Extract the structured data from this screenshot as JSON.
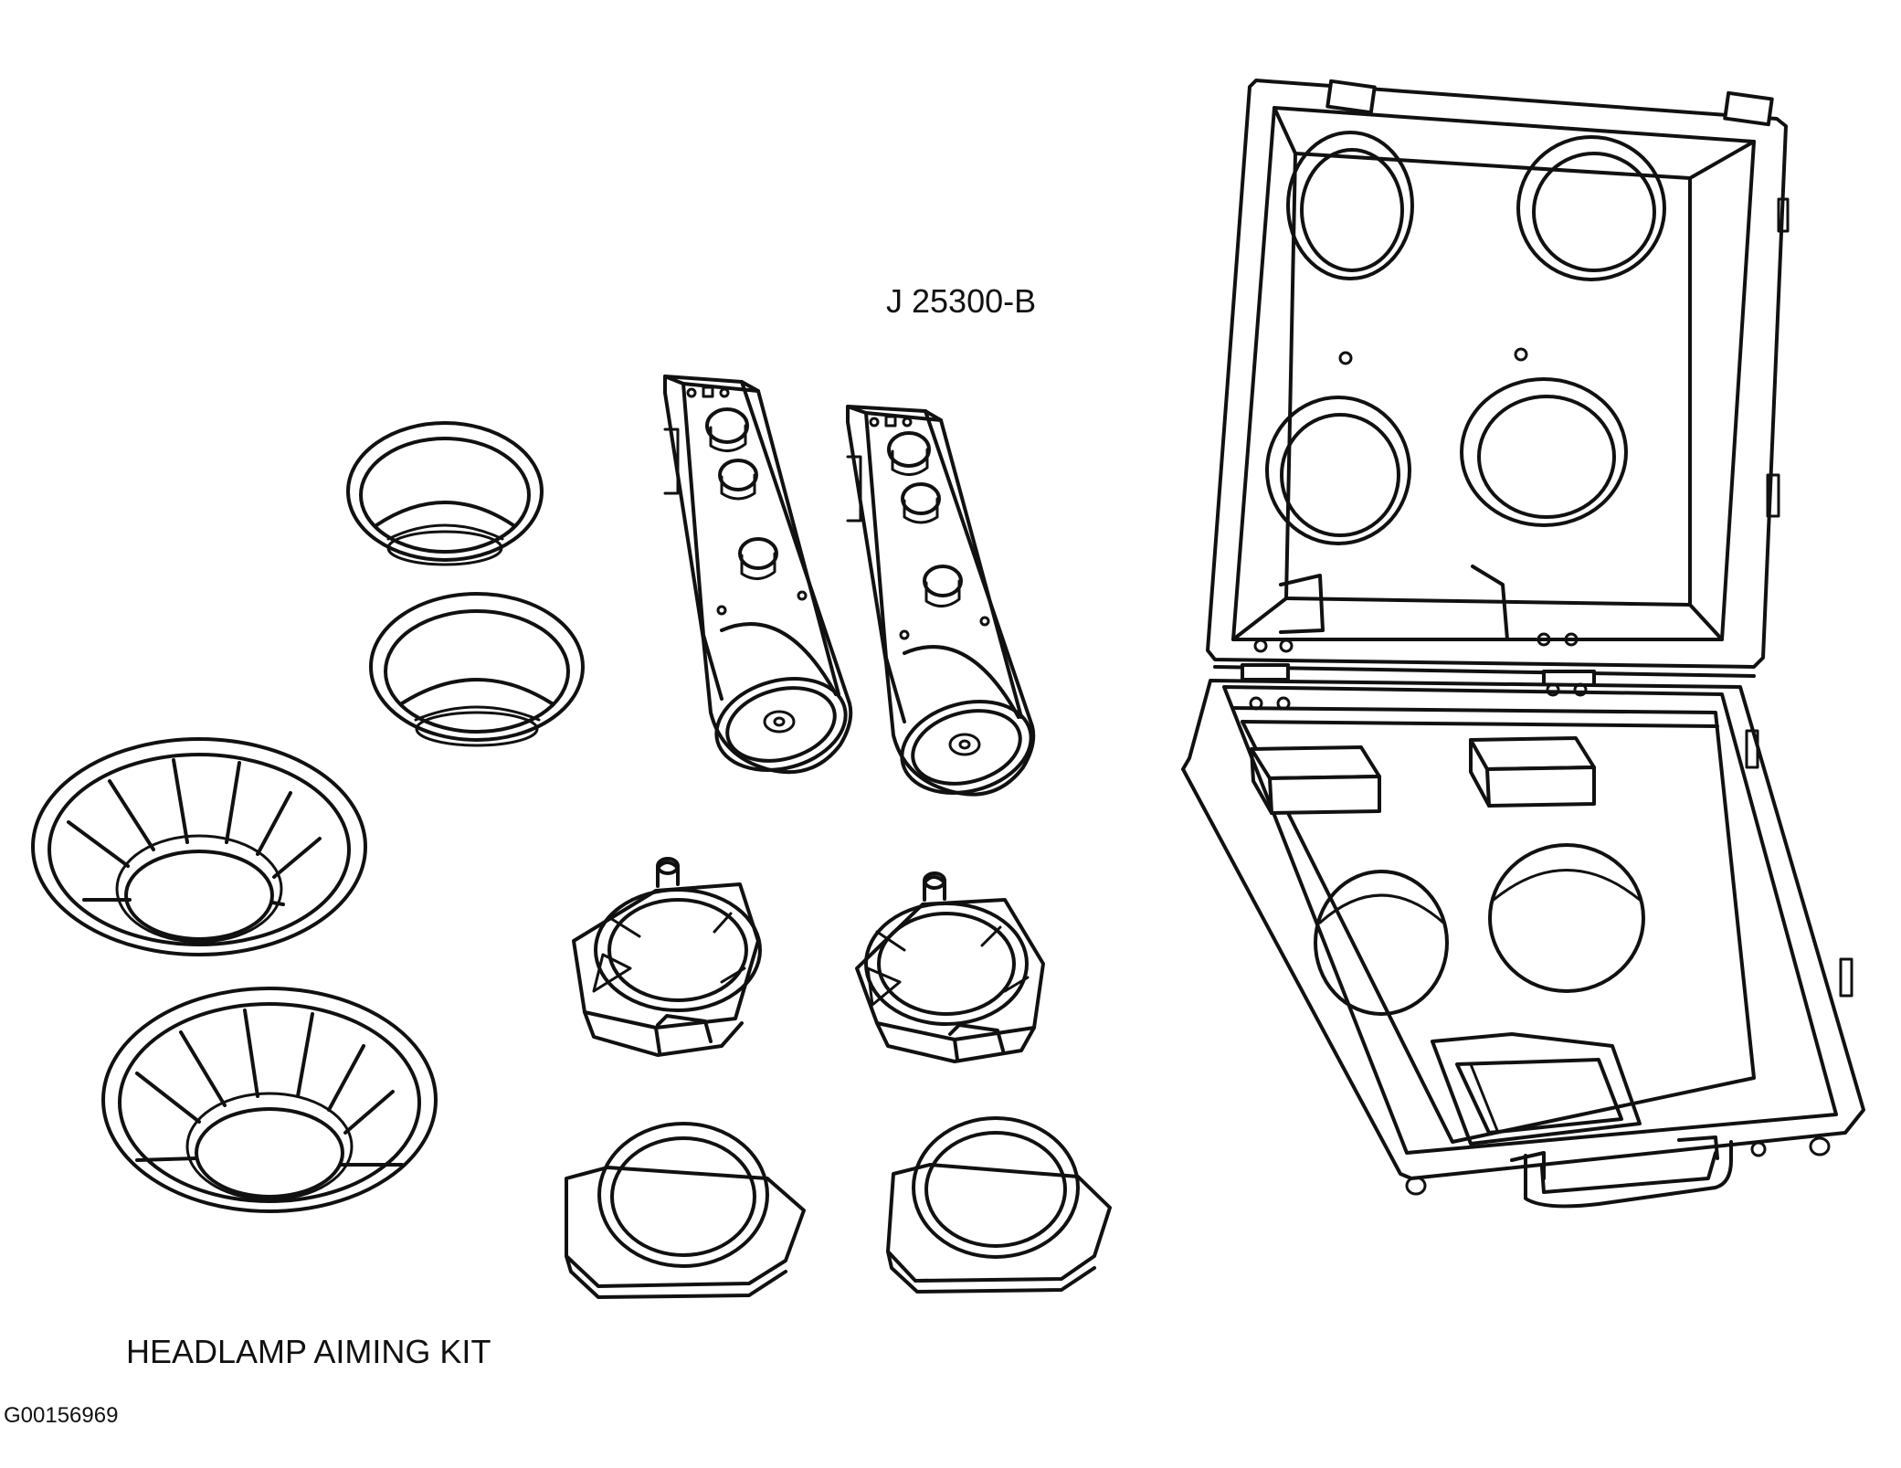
{
  "diagram": {
    "part_number": "J 25300-B",
    "title": "HEADLAMP AIMING KIT",
    "figure_id": "G00156969"
  },
  "components": [
    {
      "name": "adapter-ring",
      "count": 2
    },
    {
      "name": "aimer-unit",
      "count": 2
    },
    {
      "name": "spoked-adapter",
      "count": 2
    },
    {
      "name": "hex-adapter",
      "count": 2
    },
    {
      "name": "ring-base-adapter",
      "count": 2
    },
    {
      "name": "carrying-case",
      "count": 1
    }
  ]
}
